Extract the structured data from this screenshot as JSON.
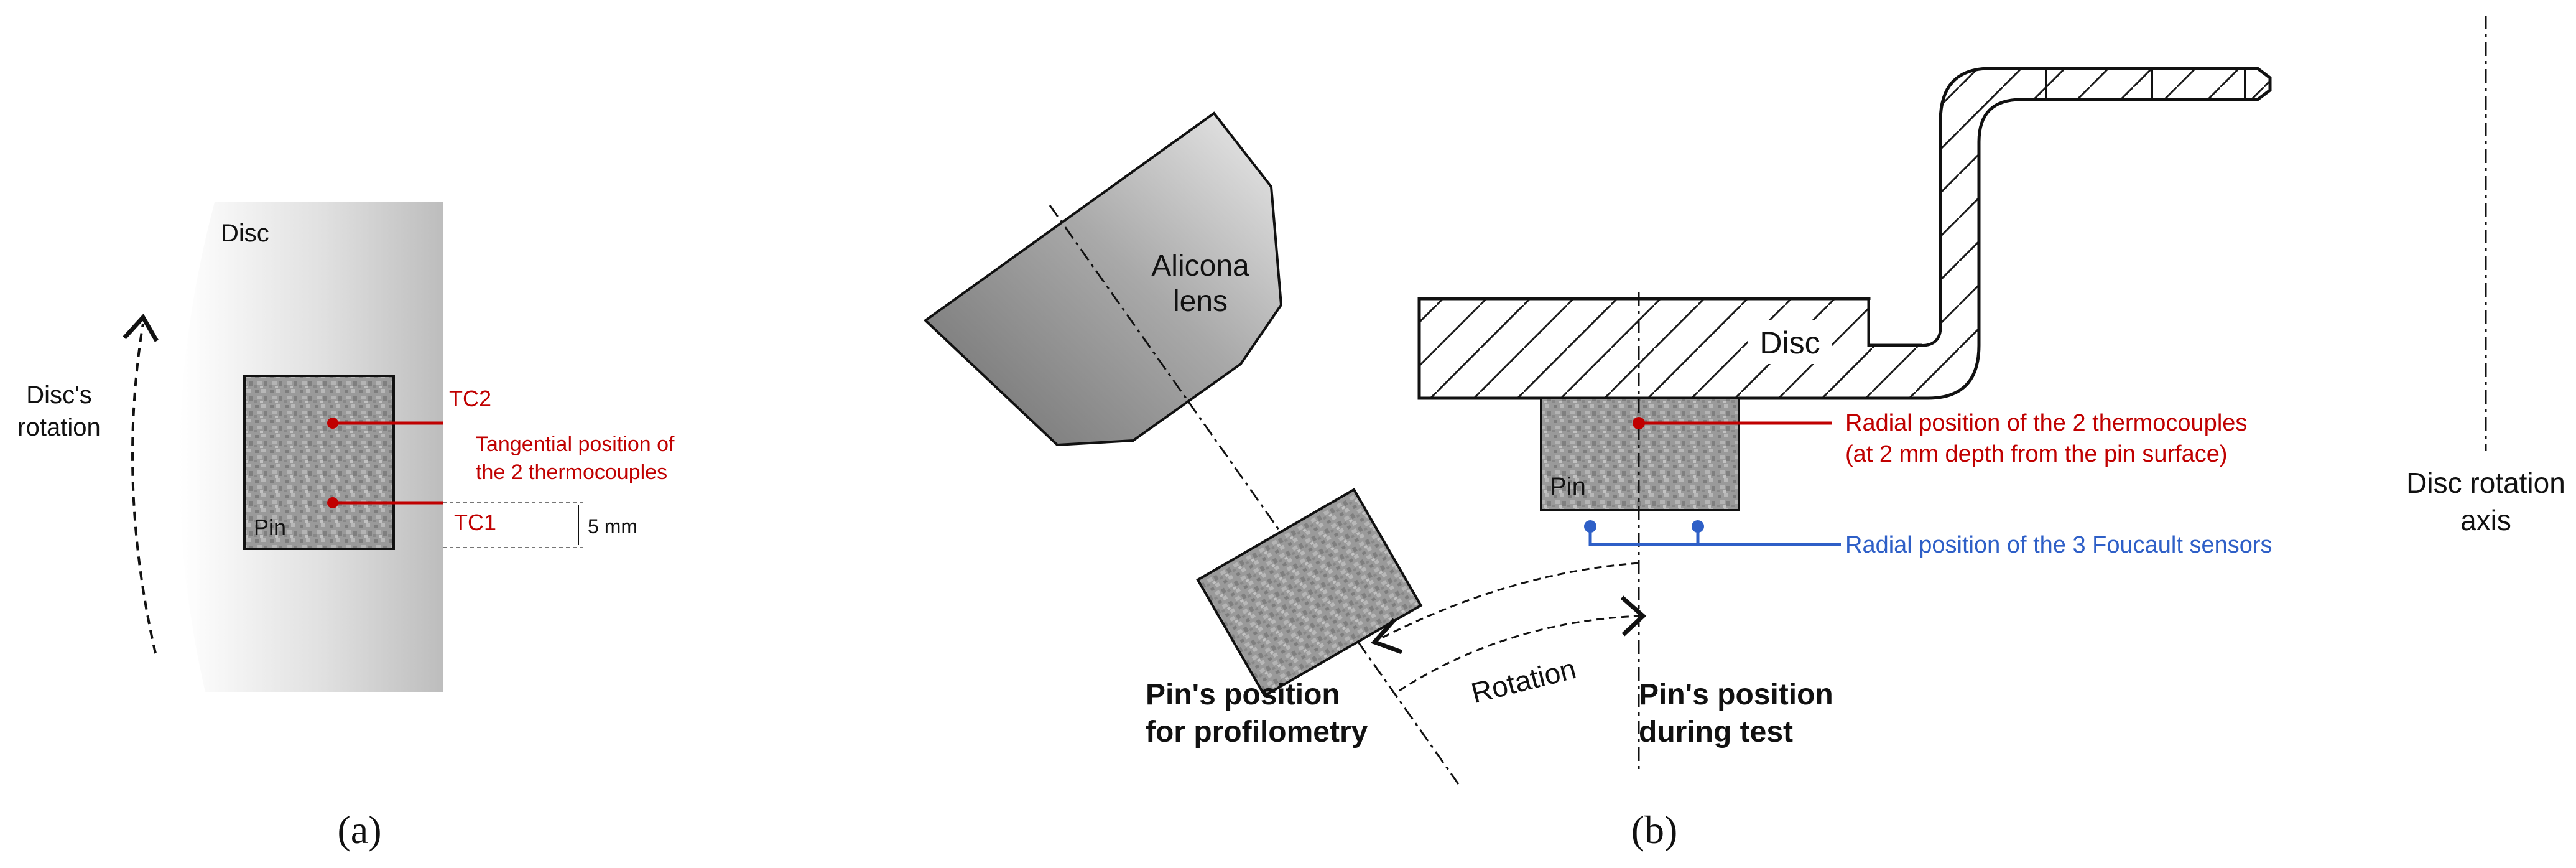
{
  "panel_a": {
    "caption": "(a)",
    "disc_label": "Disc",
    "rotation_label_1": "Disc's",
    "rotation_label_2": "rotation",
    "pin_label": "Pin",
    "tc2_label": "TC2",
    "tc1_label": "TC1",
    "tangential_line_1": "Tangential position of",
    "tangential_line_2": "the 2 thermocouples",
    "dimension_label": "5 mm"
  },
  "panel_b": {
    "caption": "(b)",
    "lens_label_1": "Alicona",
    "lens_label_2": "lens",
    "disc_label": "Disc",
    "pin_label": "Pin",
    "radial_tc_line_1": "Radial position of the 2 thermocouples",
    "radial_tc_line_2": "(at 2 mm depth from the pin surface)",
    "foucault_label": "Radial position of the 3 Foucault sensors",
    "profilometry_line_1": "Pin's position",
    "profilometry_line_2": "for profilometry",
    "rotation_label": "Rotation",
    "test_line_1": "Pin's position",
    "test_line_2": "during test",
    "axis_line_1": "Disc rotation",
    "axis_line_2": "axis"
  },
  "colors": {
    "thermocouple_red": "#c00000",
    "foucault_blue": "#2e5fc7",
    "outline": "#1a1a1a"
  }
}
